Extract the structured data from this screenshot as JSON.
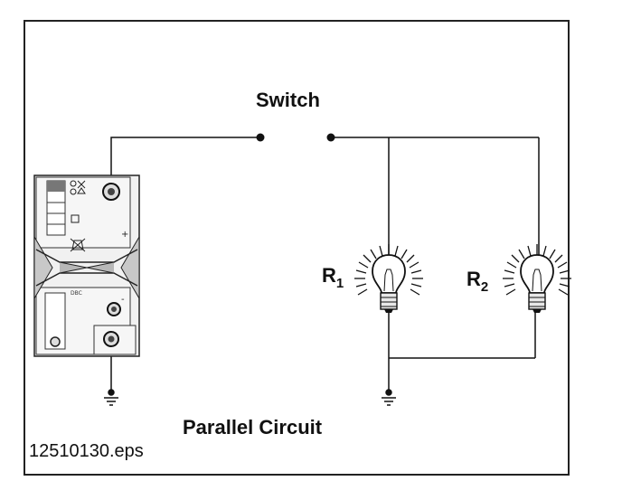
{
  "diagram": {
    "title": "Parallel Circuit",
    "switch_label": "Switch",
    "r1_label": "R",
    "r1_sub": "1",
    "r2_label": "R",
    "r2_sub": "2",
    "filename": "12510130.eps",
    "battery": {
      "plus_sign": "+",
      "minus_sign": "-",
      "brand_text": "DBC"
    }
  },
  "colors": {
    "line": "#111111",
    "battery_fill": "#eeeeee",
    "battery_shade": "#b8b8b8"
  },
  "icons": [
    "battery-icon",
    "lamp-icon",
    "ground-icon",
    "switch-contact-icon"
  ]
}
